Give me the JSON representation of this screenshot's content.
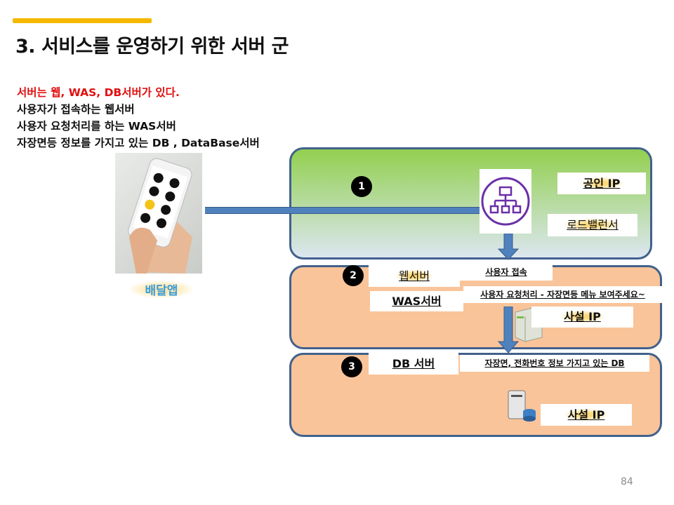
{
  "title": "3. 서비스를 운영하기 위한 서버 군",
  "intro": {
    "lines": [
      "서버는 웹, WAS, DB서버가 있다.",
      "사용자가 접속하는 웹서버",
      "사용자 요청처리를 하는 WAS서버",
      "자장면등 정보를 가지고 있는 DB , DataBase서버"
    ]
  },
  "app": {
    "label": "배달앱"
  },
  "tier1": {
    "number": "1",
    "public_ip": "공인 IP",
    "load_balancer": "로드밸런서"
  },
  "tier2": {
    "number": "2",
    "web_server": "웹서버",
    "user_access": "사용자 접속",
    "was_server": "WAS서버",
    "request_desc": "사용자 요청처리 - 자장면등 메뉴 보여주세요~",
    "private_ip": "사설 IP"
  },
  "tier3": {
    "number": "3",
    "db_server": "DB 서버",
    "db_desc": "자장면, 전화번호 정보 가지고 있는 DB",
    "private_ip": "사설 IP"
  },
  "page_number": "84",
  "colors": {
    "accent": "#f5b800",
    "arrow": "#4f81bd",
    "border": "#41618c",
    "peach": "#f9c499",
    "green": "#92d050"
  }
}
